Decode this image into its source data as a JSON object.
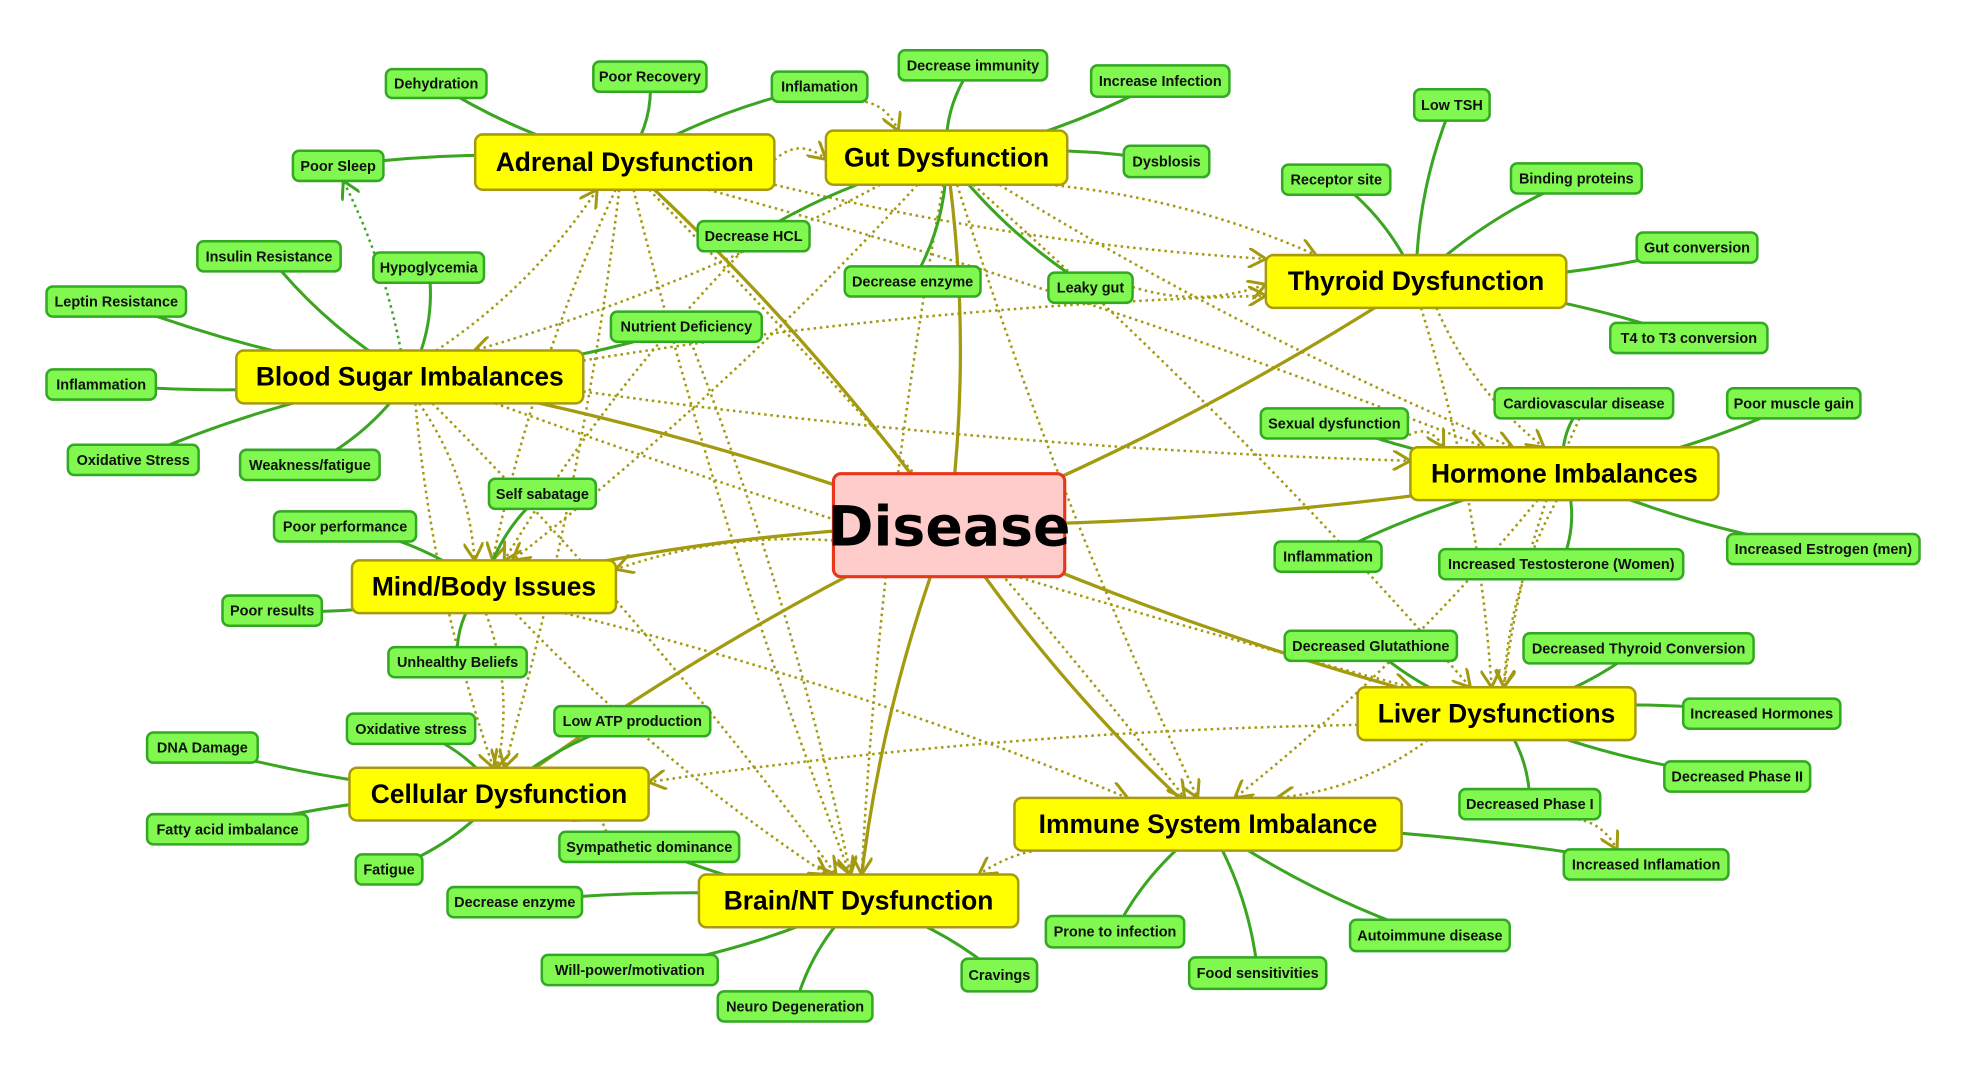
{
  "nodes": {
    "disease": "Disease",
    "adrenal": "Adrenal Dysfunction",
    "gut": "Gut Dysfunction",
    "thyroid": "Thyroid Dysfunction",
    "blood": "Blood Sugar Imbalances",
    "hormone": "Hormone Imbalances",
    "mind": "Mind/Body Issues",
    "liver": "Liver Dysfunctions",
    "cellular": "Cellular Dysfunction",
    "immune": "Immune System Imbalance",
    "brain": "Brain/NT Dysfunction",
    "dehydration": "Dehydration",
    "poor_recovery": "Poor Recovery",
    "inflamation_adrenal": "Inflamation",
    "poor_sleep": "Poor Sleep",
    "decrease_immunity": "Decrease immunity",
    "increase_infection": "Increase Infection",
    "dysblosis": "Dysblosis",
    "decrease_hcl": "Decrease HCL",
    "decrease_enzyme_gut": "Decrease enzyme",
    "leaky_gut": "Leaky gut",
    "insulin_resistance": "Insulin Resistance",
    "hypoglycemia": "Hypoglycemia",
    "leptin_resistance": "Leptin Resistance",
    "nutrient_deficiency": "Nutrient Deficiency",
    "inflammation_blood": "Inflammation",
    "oxidative_stress_blood": "Oxidative Stress",
    "weakness_fatigue": "Weakness/fatigue",
    "low_tsh": "Low TSH",
    "receptor_site": "Receptor site",
    "binding_proteins": "Binding proteins",
    "gut_conversion": "Gut conversion",
    "t4_t3": "T4 to T3 conversion",
    "cardiovascular": "Cardiovascular disease",
    "poor_muscle_gain": "Poor muscle gain",
    "sexual_dysfunction": "Sexual dysfunction",
    "inflammation_hormone": "Inflammation",
    "increased_testosterone": "Increased Testosterone (Women)",
    "increased_estrogen": "Increased Estrogen (men)",
    "self_sabatage": "Self sabatage",
    "poor_performance": "Poor performance",
    "poor_results": "Poor results",
    "unhealthy_beliefs": "Unhealthy Beliefs",
    "decreased_glutathione": "Decreased Glutathione",
    "decreased_thyroid_conversion": "Decreased Thyroid Conversion",
    "increased_hormones": "Increased Hormones",
    "decreased_phase2": "Decreased Phase II",
    "decreased_phase1": "Decreased Phase I",
    "increased_inflamation": "Increased Inflamation",
    "dna_damage": "DNA Damage",
    "oxidative_stress_cell": "Oxidative stress",
    "low_atp": "Low ATP production",
    "fatty_acid": "Fatty acid imbalance",
    "fatigue": "Fatigue",
    "sympathetic": "Sympathetic dominance",
    "decrease_enzyme_brain": "Decrease enzyme",
    "willpower": "Will-power/motivation",
    "neuro_degeneration": "Neuro Degeneration",
    "cravings": "Cravings",
    "prone_infection": "Prone to infection",
    "food_sensitivities": "Food sensitivities",
    "autoimmune": "Autoimmune disease"
  },
  "colors": {
    "main_fill": "#ffff00",
    "leaf_fill": "#80f850",
    "center_fill": "#ffcccc",
    "center_border": "#e8361a",
    "link": "#a39a10",
    "leaf_link": "#3aa520"
  }
}
